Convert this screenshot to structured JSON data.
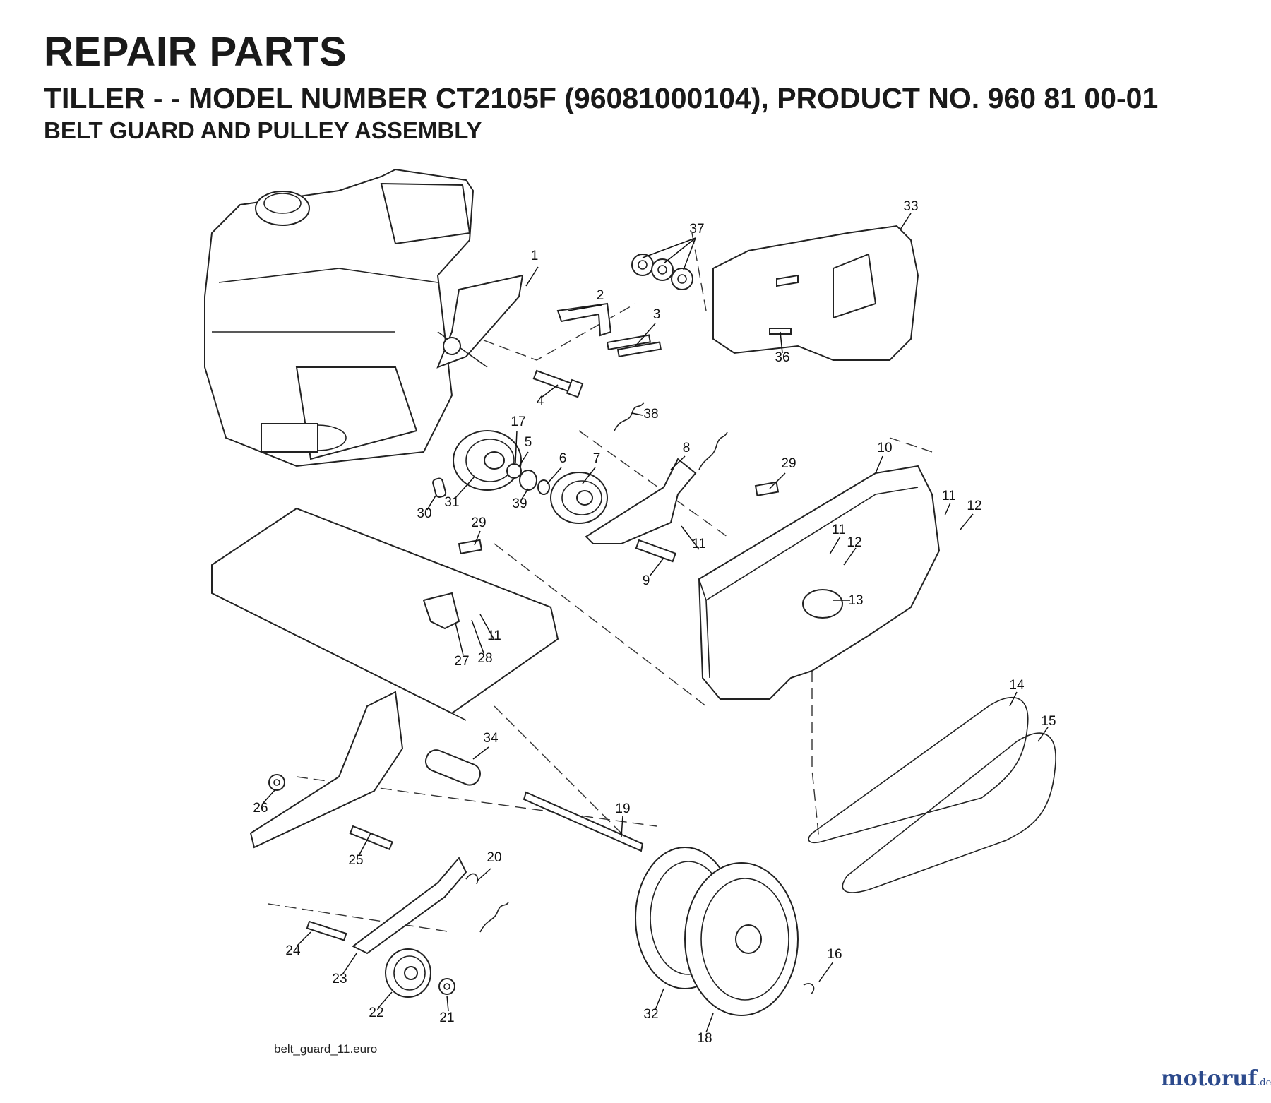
{
  "header": {
    "title": "REPAIR PARTS",
    "subtitle": "TILLER - - MODEL NUMBER CT2105F (96081000104), PRODUCT NO. 960 81 00-01",
    "section": "BELT GUARD AND PULLEY ASSEMBLY"
  },
  "footer": {
    "filename": "belt_guard_11.euro",
    "watermark_main": "motoruf",
    "watermark_tld": ".de"
  },
  "callouts": [
    {
      "label": "1"
    },
    {
      "label": "2"
    },
    {
      "label": "3"
    },
    {
      "label": "4"
    },
    {
      "label": "5"
    },
    {
      "label": "6"
    },
    {
      "label": "7"
    },
    {
      "label": "8"
    },
    {
      "label": "9"
    },
    {
      "label": "10"
    },
    {
      "label": "11"
    },
    {
      "label": "11"
    },
    {
      "label": "11"
    },
    {
      "label": "11"
    },
    {
      "label": "12"
    },
    {
      "label": "12"
    },
    {
      "label": "13"
    },
    {
      "label": "14"
    },
    {
      "label": "15"
    },
    {
      "label": "16"
    },
    {
      "label": "17"
    },
    {
      "label": "18"
    },
    {
      "label": "19"
    },
    {
      "label": "20"
    },
    {
      "label": "21"
    },
    {
      "label": "22"
    },
    {
      "label": "23"
    },
    {
      "label": "24"
    },
    {
      "label": "25"
    },
    {
      "label": "26"
    },
    {
      "label": "27"
    },
    {
      "label": "28"
    },
    {
      "label": "29"
    },
    {
      "label": "29"
    },
    {
      "label": "30"
    },
    {
      "label": "31"
    },
    {
      "label": "32"
    },
    {
      "label": "33"
    },
    {
      "label": "34"
    },
    {
      "label": "36"
    },
    {
      "label": "37"
    },
    {
      "label": "38"
    },
    {
      "label": "39"
    }
  ]
}
